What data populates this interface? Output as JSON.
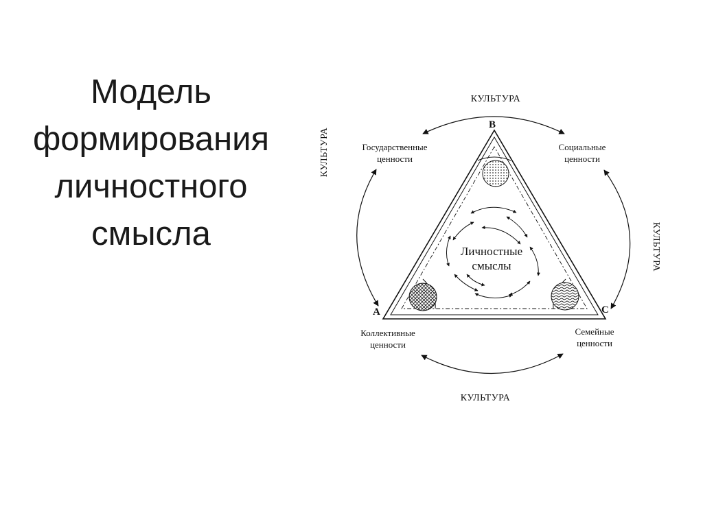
{
  "slide": {
    "title_lines": [
      "Модель",
      "формирования",
      "личностного",
      "смысла"
    ]
  },
  "diagram": {
    "culture_top": "КУЛЬТУРА",
    "culture_bottom": "КУЛЬТУРА",
    "culture_left": "КУЛЬТУРА",
    "culture_right": "КУЛЬТУРА",
    "vertex_b": "B",
    "vertex_a": "A",
    "vertex_c": "C",
    "state_values": [
      "Государственные",
      "ценности"
    ],
    "social_values": [
      "Социальные",
      "ценности"
    ],
    "collective_values": [
      "Коллективные",
      "ценности"
    ],
    "family_values": [
      "Семейные",
      "ценности"
    ],
    "center": [
      "Личностные",
      "смыслы"
    ]
  }
}
